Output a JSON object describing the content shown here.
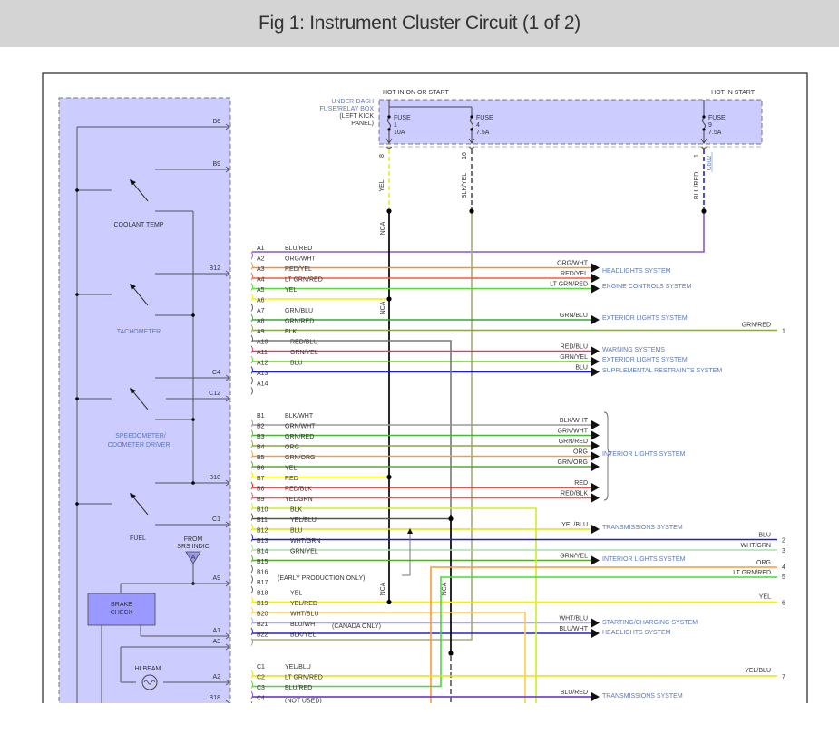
{
  "page": {
    "title": "Fig 1: Instrument Cluster Circuit (1 of 2)"
  },
  "fuse_box": {
    "label_lines": [
      "UNDER-DASH",
      "FUSE/RELAY BOX",
      "(LEFT KICK",
      "PANEL)"
    ],
    "hot_on_start": "HOT IN ON OR START",
    "hot_start": "HOT IN START",
    "fuses": [
      {
        "name": "FUSE",
        "number": "1",
        "rating": "10A",
        "pin": "8",
        "wire": "YEL",
        "color": "#f2f200"
      },
      {
        "name": "FUSE",
        "number": "4",
        "rating": "7.5A",
        "pin": "16",
        "wire": "BLK/YEL",
        "color": "#555555"
      },
      {
        "name": "FUSE",
        "number": "9",
        "rating": "7.5A",
        "pin": "1",
        "wire": "BLU/RED",
        "color": "#2020e0",
        "connector": "C602"
      }
    ]
  },
  "cluster": {
    "gauges": [
      "COOLANT TEMP",
      "TACHOMETER",
      "SPEEDOMETER/",
      "ODOMETER DRIVER",
      "FUEL"
    ],
    "outputs": [
      "B6",
      "B9",
      "B12",
      "C4",
      "C12",
      "B10",
      "C1",
      "A9",
      "A1",
      "A3",
      "A2",
      "B18"
    ],
    "from_srs": [
      "FROM",
      "SRS INDIC"
    ],
    "srs_ref": "A",
    "brake_check": [
      "BRAKE",
      "CHECK"
    ],
    "hi_beam": "HI BEAM"
  },
  "splice_label": "NCA",
  "connector_a": [
    {
      "pin": "A1",
      "wire": "BLU/RED",
      "color": "#8855dd"
    },
    {
      "pin": "A2",
      "wire": "ORG/WHT",
      "color": "#ff8c2a",
      "dest_wire": "ORG/WHT"
    },
    {
      "pin": "A3",
      "wire": "RED/YEL",
      "color": "#ff5a3a",
      "dest_wire": "RED/YEL"
    },
    {
      "pin": "A4",
      "wire": "LT GRN/RED",
      "color": "#55dd33",
      "dest_wire": "LT GRN/RED"
    },
    {
      "pin": "A5",
      "wire": "YEL",
      "color": "#f2f200"
    },
    {
      "pin": "A6",
      "wire": ""
    },
    {
      "pin": "A7",
      "wire": "GRN/BLU",
      "color": "#33aa33",
      "dest_wire": "GRN/BLU"
    },
    {
      "pin": "A8",
      "wire": "GRN/RED",
      "color": "#88aa44",
      "dest_wire": "GRN/RED",
      "ref": "1"
    },
    {
      "pin": "A9",
      "wire": "BLK",
      "color": "#555555"
    },
    {
      "pin": "A10",
      "wire": "RED/BLU",
      "color": "#ee3366",
      "dest_wire": "RED/BLU"
    },
    {
      "pin": "A11",
      "wire": "GRN/YEL",
      "color": "#66cc22",
      "dest_wire": "GRN/YEL"
    },
    {
      "pin": "A12",
      "wire": "BLU",
      "color": "#1a1ae6",
      "dest_wire": "BLU"
    },
    {
      "pin": "A13",
      "wire": ""
    },
    {
      "pin": "A14",
      "wire": ""
    }
  ],
  "connector_b": [
    {
      "pin": "B1",
      "wire": "BLK/WHT",
      "color": "#999999",
      "dest_wire": "BLK/WHT"
    },
    {
      "pin": "B2",
      "wire": "GRN/WHT",
      "color": "#44bb33",
      "dest_wire": "GRN/WHT"
    },
    {
      "pin": "B3",
      "wire": "GRN/RED",
      "color": "#88aa44",
      "dest_wire": "GRN/RED"
    },
    {
      "pin": "B4",
      "wire": "ORG",
      "color": "#ff9933",
      "dest_wire": "ORG"
    },
    {
      "pin": "B5",
      "wire": "GRN/ORG",
      "color": "#55aa33",
      "dest_wire": "GRN/ORG"
    },
    {
      "pin": "B6",
      "wire": "YEL",
      "color": "#f2f200"
    },
    {
      "pin": "B7",
      "wire": "RED",
      "color": "#ee1111",
      "dest_wire": "RED"
    },
    {
      "pin": "B8",
      "wire": "RED/BLK",
      "color": "#ee5555",
      "dest_wire": "RED/BLK"
    },
    {
      "pin": "B9",
      "wire": "YEL/GRN",
      "color": "#ccee22"
    },
    {
      "pin": "B10",
      "wire": "BLK",
      "color": "#555555"
    },
    {
      "pin": "B11",
      "wire": "YEL/BLU",
      "color": "#e6e600",
      "dest_wire": "YEL/BLU"
    },
    {
      "pin": "B12",
      "wire": "BLU",
      "color": "#1a1ae6",
      "dest_wire": "BLU",
      "ref": "2"
    },
    {
      "pin": "B13",
      "wire": "WHT/GRN",
      "color": "#aaddaa",
      "dest_wire": "WHT/GRN",
      "ref": "3"
    },
    {
      "pin": "B14",
      "wire": "GRN/YEL",
      "color": "#55aa22",
      "dest_wire": "GRN/YEL"
    },
    {
      "pin": "B15",
      "wire": ""
    },
    {
      "pin": "B16",
      "wire": ""
    },
    {
      "pin": "B17",
      "wire": ""
    },
    {
      "pin": "B18",
      "wire": "YEL",
      "color": "#f2f200",
      "dest_wire": "YEL",
      "ref": "6"
    },
    {
      "pin": "B19",
      "wire": "YEL/RED",
      "color": "#ffcc55"
    },
    {
      "pin": "B20",
      "wire": "WHT/BLU",
      "color": "#aaaaee",
      "dest_wire": "WHT/BLU"
    },
    {
      "pin": "B21",
      "wire": "BLU/WHT",
      "color": "#2222dd",
      "dest_wire": "BLU/WHT"
    },
    {
      "pin": "B22",
      "wire": "BLK/YEL",
      "color": "#999988"
    }
  ],
  "connector_c": [
    {
      "pin": "C1",
      "wire": "YEL/BLU",
      "color": "#e6e600",
      "dest_wire": "YEL/BLU",
      "ref": "7"
    },
    {
      "pin": "C2",
      "wire": "LT GRN/RED",
      "color": "#44dd33"
    },
    {
      "pin": "C3",
      "wire": "BLU/RED",
      "color": "#7744dd",
      "dest_wire": "BLU/RED"
    },
    {
      "pin": "C4",
      "wire": "(NOT USED)"
    }
  ],
  "notes": {
    "early_production": "(EARLY PRODUCTION ONLY)",
    "canada_only": "(CANADA ONLY)"
  },
  "ext_wires": [
    {
      "ref": "4",
      "wire": "ORG",
      "color": "#ff9933"
    },
    {
      "ref": "5",
      "wire": "LT GRN/RED",
      "color": "#44dd33"
    }
  ],
  "systems": {
    "headlights": "HEADLIGHTS SYSTEM",
    "engine_controls": "ENGINE CONTROLS SYSTEM",
    "exterior_lights": "EXTERIOR LIGHTS SYSTEM",
    "warning": "WARNING SYSTEMS",
    "srs": "SUPPLEMENTAL RESTRAINTS SYSTEM",
    "interior_lights": "INTERIOR LIGHTS SYSTEM",
    "transmissions": "TRANSMISSIONS SYSTEM",
    "starting_charging": "STARTING/CHARGING SYSTEM"
  }
}
